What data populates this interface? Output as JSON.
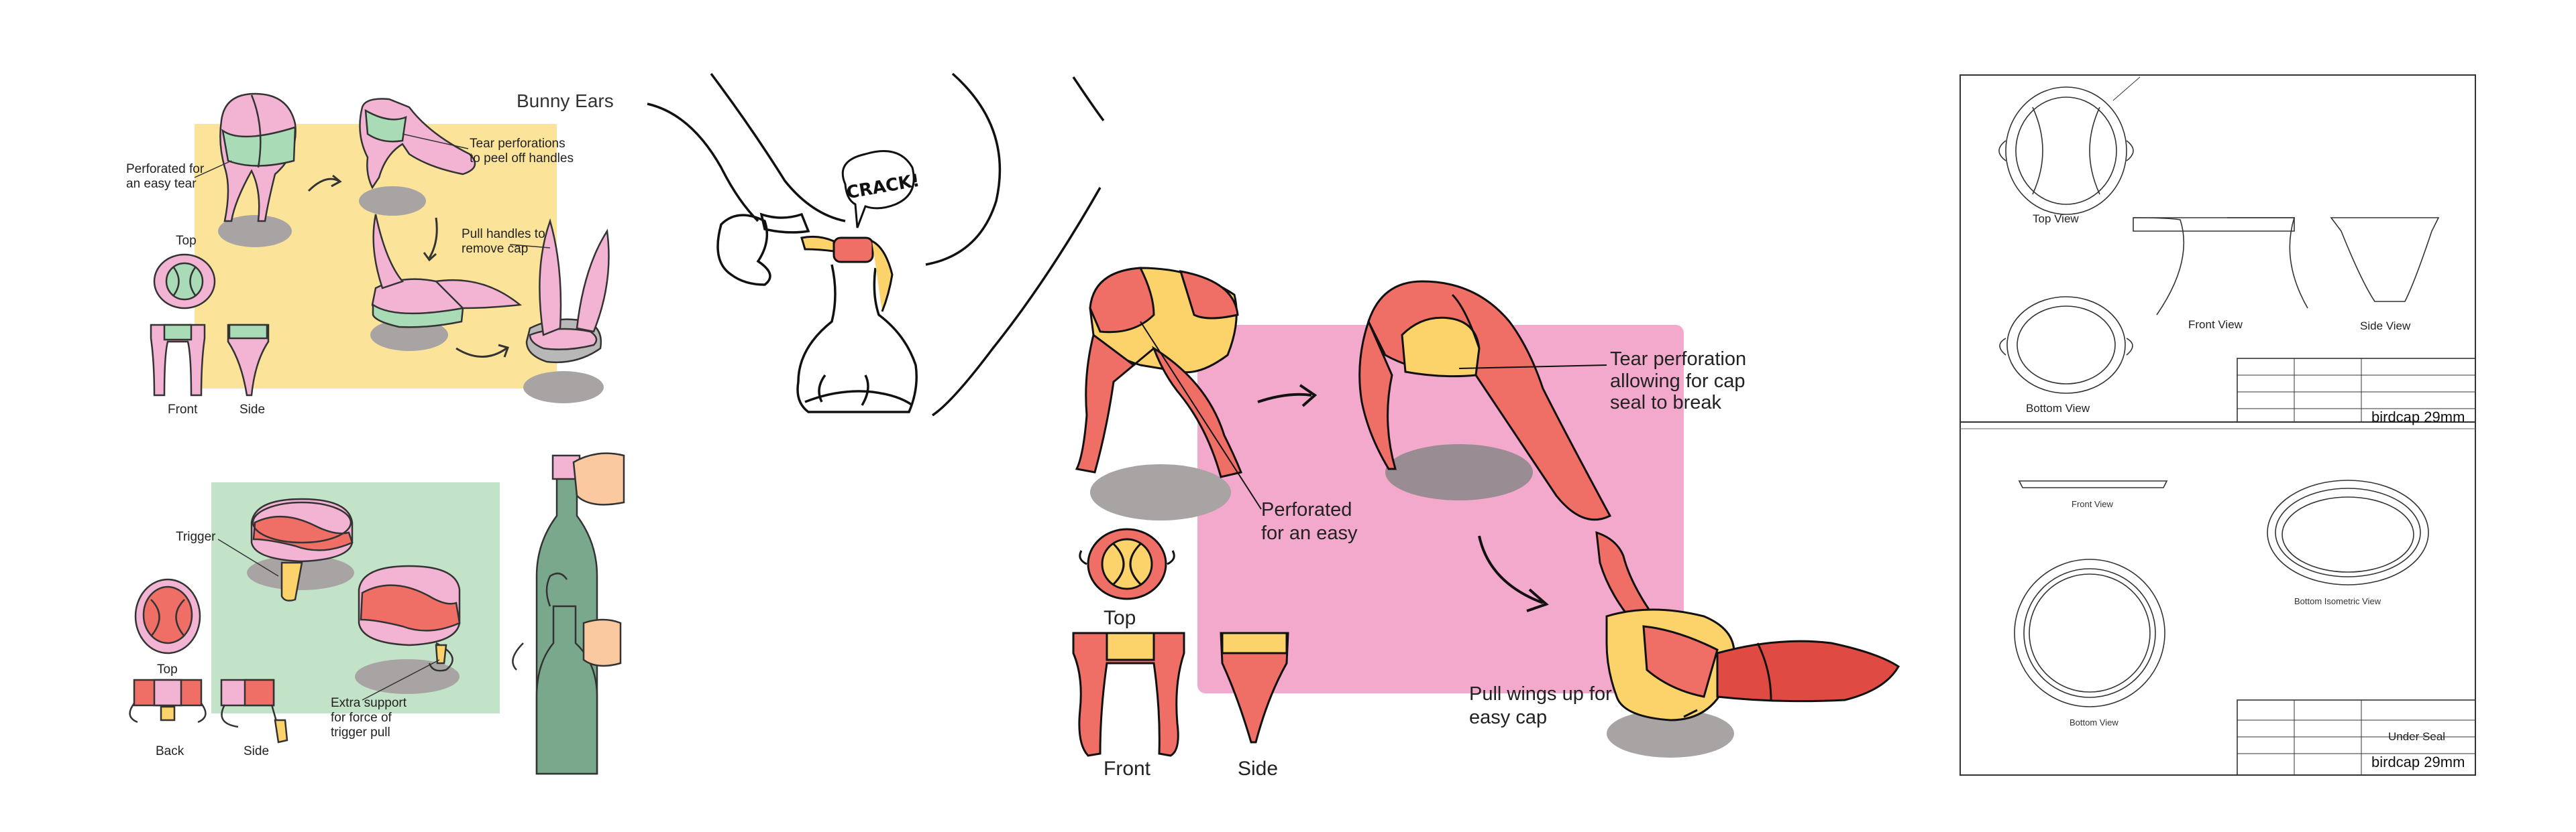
{
  "bunny_ears": {
    "title": "Bunny Ears",
    "perforated": [
      "Perforated for",
      "an easy tear"
    ],
    "tear": [
      "Tear perforations",
      "to peel off handles"
    ],
    "pull": [
      "Pull handles to",
      "remove cap"
    ],
    "top": "Top",
    "front": "Front",
    "side": "Side"
  },
  "trigger": {
    "trigger": "Trigger",
    "extra": [
      "Extra support",
      "for force of",
      "trigger pull"
    ],
    "top": "Top",
    "back": "Back",
    "side": "Side"
  },
  "illustration": {
    "sound": "CRACK!"
  },
  "bird": {
    "perforated": [
      "Perforated",
      "for an easy"
    ],
    "tear": [
      "Tear perforation",
      "allowing for cap",
      "seal to break"
    ],
    "pull": [
      "Pull wings up for",
      "easy cap"
    ],
    "top": "Top",
    "front": "Front",
    "side": "Side"
  },
  "drawing_top": {
    "top_view": "Top View",
    "front_view": "Front View",
    "side_view": "Side View",
    "bottom_view": "Bottom View",
    "title_block": "birdcap 29mm"
  },
  "drawing_bottom": {
    "front_view": "Front View",
    "bottom_iso": "Bottom Isometric View",
    "bottom_view": "Bottom View",
    "seal_name": "Under Seal",
    "title_block": "birdcap 29mm"
  },
  "colors": {
    "yellow_bg": "#fbe49a",
    "green_bg": "#c3e3c8",
    "pink_bg": "#f3a9cb",
    "cap_pink": "#f3b4d4",
    "cap_green": "#a9dcb6",
    "red": "#ef6f66",
    "yellow": "#fcd36b",
    "dark_red": "#df4a42",
    "shadow": "#a8a4a4"
  }
}
